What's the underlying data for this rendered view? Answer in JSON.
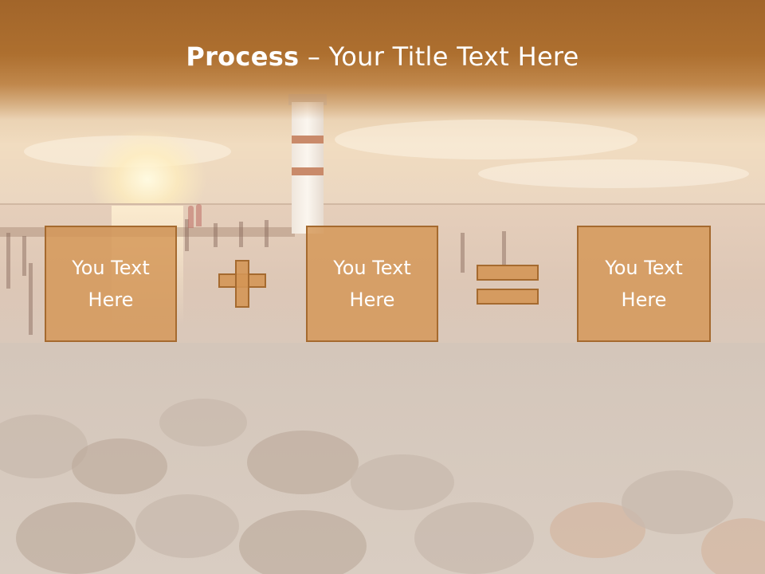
{
  "slide": {
    "title_bold": "Process",
    "title_separator": " – ",
    "title_rest": "Your Title Text Here"
  },
  "boxes": [
    {
      "line1": "You Text",
      "line2": "Here"
    },
    {
      "line1": "You Text",
      "line2": "Here"
    },
    {
      "line1": "You Text",
      "line2": "Here"
    }
  ],
  "operators": {
    "first": "plus-icon",
    "second": "equals-icon"
  },
  "colors": {
    "title_band": "#a2652a",
    "box_fill": "#d49656",
    "box_border": "#a56a2f",
    "text": "#ffffff"
  }
}
